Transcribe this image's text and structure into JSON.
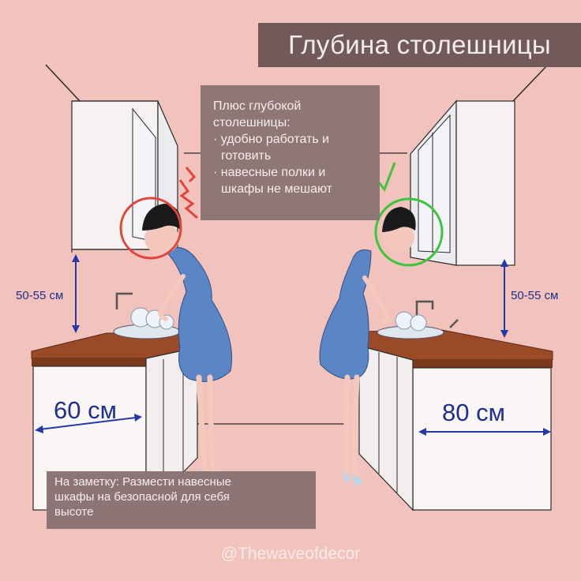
{
  "title": "Глубина столешницы",
  "tip": {
    "lines": [
      "Плюс глубокой",
      "столешницы:",
      "· удобно работать и",
      "  готовить",
      "· навесные полки и",
      "  шкафы не мешают"
    ]
  },
  "left": {
    "height_label": "50-55 см",
    "depth_label": "60 см"
  },
  "right": {
    "height_label": "50-55 см",
    "depth_label": "80 см"
  },
  "note": {
    "lines": [
      "На заметку: Размести навесные",
      "шкафы  на безопасной для себя",
      "высоте"
    ]
  },
  "credit": "@Thewaveofdecor",
  "colors": {
    "background": "#f2c2bd",
    "title_bg": "#725a5a",
    "tip_bg": "#8f7776",
    "dimension": "#1f2f8d",
    "countertop": "#9b4a28",
    "dress": "#5a86c6",
    "bad_circle": "#e0463c",
    "good_circle": "#3cc43c"
  }
}
